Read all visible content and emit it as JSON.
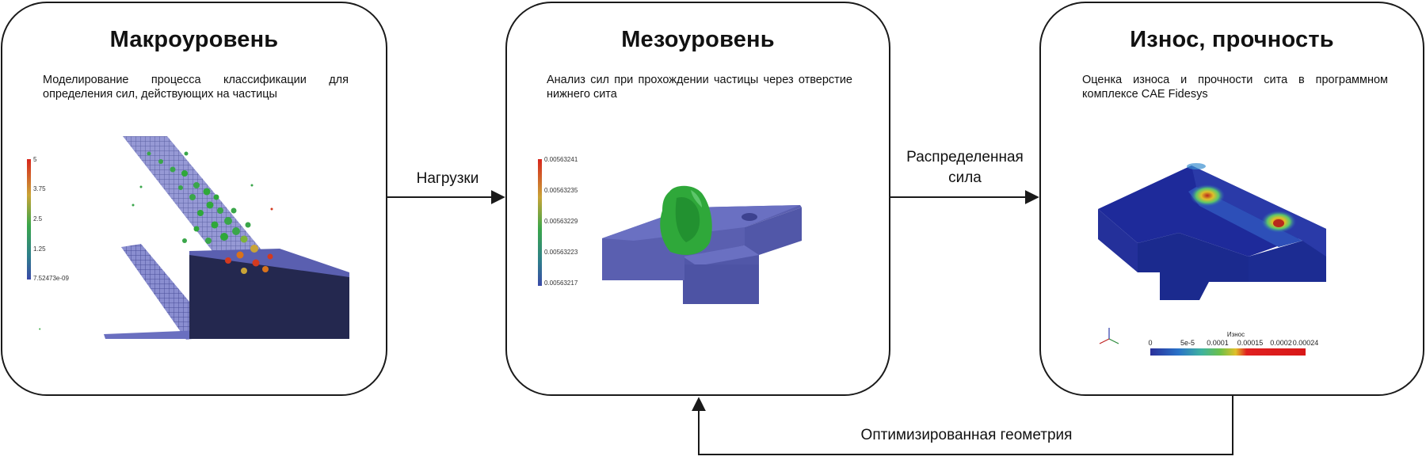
{
  "panels": [
    {
      "title": "Макроуровень",
      "description": "Моделирование процесса классификации для определения сил, действующих на частицы",
      "scale_ticks": [
        "5",
        "3.75",
        "2.5",
        "1.25",
        "7.52473e-09"
      ]
    },
    {
      "title": "Мезоуровень",
      "description": "Анализ сил при прохождении частицы через отверстие нижнего сита",
      "scale_ticks": [
        "0.00563241",
        "0.00563235",
        "0.00563229",
        "0.00563223",
        "0.00563217"
      ]
    },
    {
      "title": "Износ, прочность",
      "description": "Оценка износа и прочности сита в программном комплексе CAE Fidesys",
      "scale_title": "Износ",
      "scale_ticks": [
        "0",
        "5e-5",
        "0.0001",
        "0.00015",
        "0.0002",
        "0.00024"
      ]
    }
  ],
  "connectors": {
    "loads": "Нагрузки",
    "distributed_force_line1": "Распределенная",
    "distributed_force_line2": "сила",
    "optimized_geometry": "Оптимизированная геометрия"
  },
  "colors": {
    "border": "#1a1a1a",
    "block": "#5a5fb0",
    "particle_green": "#2fa83a",
    "particle_red": "#d33a1f"
  }
}
